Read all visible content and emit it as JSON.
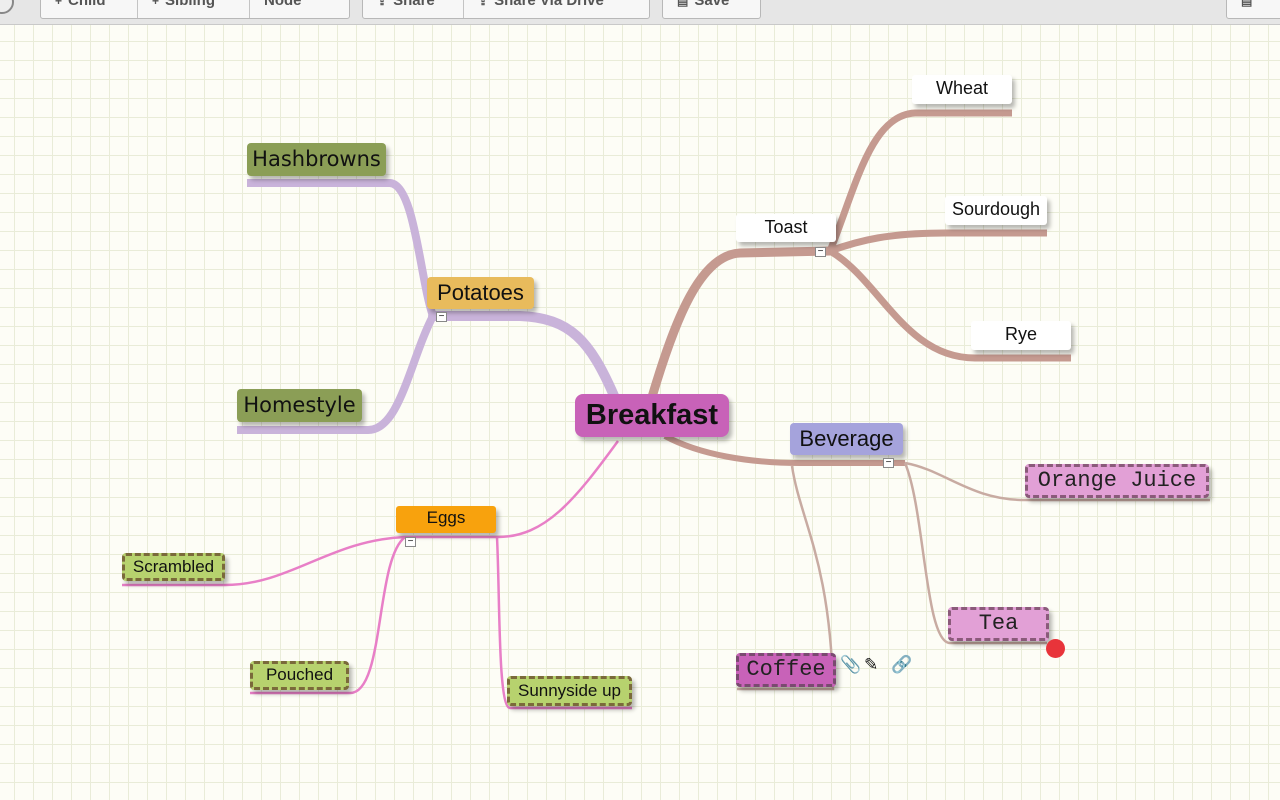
{
  "toolbar": {
    "group1": {
      "child": "Child",
      "sibling": "Sibling",
      "node": "Node"
    },
    "group2": {
      "share": "Share",
      "share_drive": "Share Via Drive"
    },
    "group3": {
      "save": "Save"
    }
  },
  "mindmap": {
    "root": "Breakfast",
    "potatoes": {
      "label": "Potatoes",
      "children": [
        "Hashbrowns",
        "Homestyle"
      ]
    },
    "toast": {
      "label": "Toast",
      "children": [
        "Wheat",
        "Sourdough",
        "Rye"
      ]
    },
    "beverage": {
      "label": "Beverage",
      "children": [
        "Orange Juice",
        "Tea",
        "Coffee"
      ]
    },
    "eggs": {
      "label": "Eggs",
      "children": [
        "Scrambled",
        "Pouched",
        "Sunnyside up"
      ]
    }
  },
  "colors": {
    "root": "#c862b8",
    "potatoes": "#e8bb5c",
    "potatoes_link": "#c9b3da",
    "leaf_green": "#8b9e56",
    "toast_link": "#c59a90",
    "beverage": "#a5a3dc",
    "beverage_leaf": "#e2a0d6",
    "eggs": "#f8a20d",
    "eggs_link": "#e87fc7",
    "eggs_leaf": "#b7d26e"
  },
  "toggle_symbol": "−",
  "icons": [
    "paperclip-icon",
    "edit-icon",
    "link-icon"
  ]
}
